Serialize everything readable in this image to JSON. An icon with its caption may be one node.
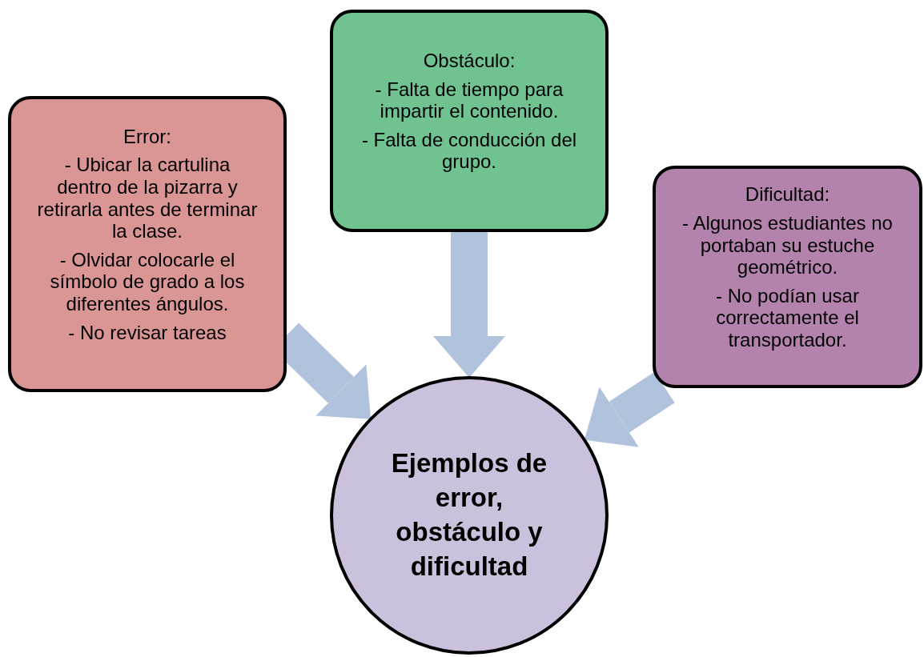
{
  "diagram": {
    "nodes": [
      {
        "text": [
          "Error:",
          "- Ubicar la cartulina dentro de la pizarra y retirarla antes de terminar la clase.",
          "- Olvidar colocarle el símbolo de grado a los diferentes ángulos.",
          "- No revisar tareas"
        ]
      },
      {
        "text": [
          "Obstáculo:",
          "- Falta de tiempo para impartir el contenido.",
          "- Falta de conducción del grupo."
        ]
      },
      {
        "text": [
          "Dificultad:",
          "- Algunos estudiantes no portaban su estuche geométrico.",
          "- No podían usar correctamente el transportador."
        ]
      },
      {
        "text": [
          "Ejemplos de error, obstáculo y dificultad"
        ]
      }
    ],
    "edges": [
      {
        "from": 0,
        "to": 3,
        "arrow": "to"
      },
      {
        "from": 1,
        "to": 3,
        "arrow": "to"
      },
      {
        "from": 2,
        "to": 3,
        "arrow": "to"
      }
    ]
  }
}
